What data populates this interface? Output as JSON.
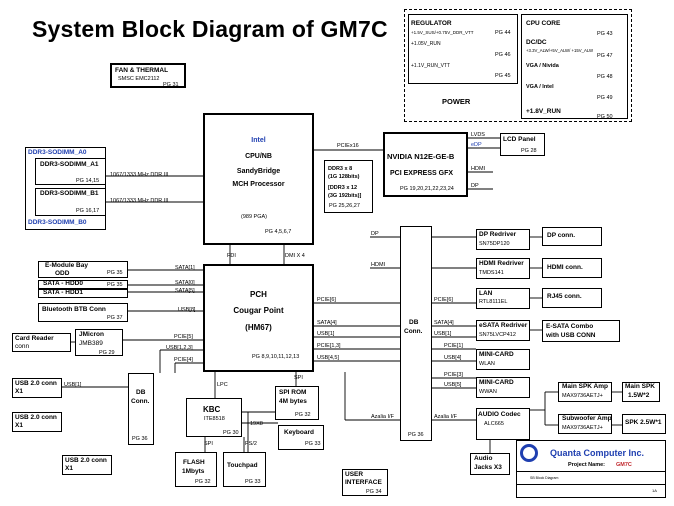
{
  "title": "System Block Diagram of GM7C",
  "power": {
    "heading": "POWER",
    "left": [
      {
        "name": "REGULATOR",
        "sub": "+1.5V_SUS/+0.75V_DDR_VTT",
        "page": "PG 44"
      },
      {
        "name": "+1.05V_RUN",
        "sub": "",
        "page": "PG 46"
      },
      {
        "name": "+1.1V_RUN_VTT",
        "sub": "",
        "page": "PG 45"
      }
    ],
    "right": [
      {
        "name": "CPU CORE",
        "sub": "",
        "page": "PG 43"
      },
      {
        "name": "DC/DC",
        "sub": "+3.3V_ALW/+5V_ALW/ +15V_ALW",
        "page": "PG 47"
      },
      {
        "name": "VGA / Nivida",
        "sub": "",
        "page": "PG 48"
      },
      {
        "name": "VGA / Intel",
        "sub": "",
        "page": "PG 49"
      },
      {
        "name": "+1.8V_RUN",
        "sub": "",
        "page": "PG 50"
      }
    ]
  },
  "fan": {
    "name": "FAN & THERMAL",
    "sub": "SMSC EMC2112",
    "page": "PG 31"
  },
  "cpu": {
    "brand": "Intel",
    "line1": "CPU/NB",
    "line2": "SandyBridge",
    "line3": "MCH Processor",
    "pkg": "(989 PGA)",
    "page": "PG 4,5,6,7"
  },
  "dimm": {
    "a0": "DDR3-SODIMM_A0",
    "a1": "DDR3-SODIMM_A1",
    "a1_page": "PG 14,15",
    "b1": "DDR3-SODIMM_B1",
    "b1_page": "PG 16,17",
    "b0": "DDR3-SODIMM_B0",
    "bus": "1067/1333 MHz DDR III"
  },
  "ddr3_chips": {
    "l1": "DDR3 x 8",
    "l2": "(1G 128bits)",
    "l3": "[DDR3 x 12",
    "l4": "(3G 192bits)]",
    "page": "PG 25,26,27"
  },
  "gpu": {
    "line1": "NVIDIA N12E-GE-B",
    "line2": "PCI  EXPRESS  GFX",
    "page": "PG 19,20,21,22,23,24",
    "bus": "PCIEx16"
  },
  "lcd": {
    "name": "LCD Panel",
    "page": "PG 28",
    "lvds": "LVDS",
    "edp": "eDP",
    "hdmi": "HDMI",
    "dp": "DP"
  },
  "pch": {
    "line1": "PCH",
    "line2": "Cougar Point",
    "line3": "(HM67)",
    "page": "PG 8,9,10,11,12,13",
    "fdi": "FDI",
    "dmi": "DMI X 4"
  },
  "left_devices": {
    "emodule": {
      "name": "E-Module Bay",
      "sub": "ODD",
      "page": "PG 35",
      "bus": "SATA[1]"
    },
    "hdd0": {
      "name": "SATA - HDD0",
      "page": "PG 35",
      "bus": "SATA[0]"
    },
    "hdd1": {
      "name": "SATA - HDD1",
      "bus": "SATA[5]"
    },
    "bt": {
      "name": "Bluetooth BTB Conn",
      "page": "PG 37",
      "bus": "USB[8]"
    },
    "card": {
      "name": "Card Reader",
      "sub": "conn"
    },
    "jmicron": {
      "name": "JMicron",
      "sub": "JMB389",
      "page": "PG 29",
      "bus": "PCIE[5]"
    },
    "usb_bus1": "USB[1,2,3]",
    "pcie4": "PCIE[4]",
    "usb1": {
      "name": "USB 2.0 conn",
      "sub": "X1",
      "bus": "USB[1]"
    },
    "usb2": {
      "name": "USB 2.0 conn",
      "sub": "X1"
    },
    "usb3": {
      "name": "USB 2.0 conn",
      "sub": "X1"
    },
    "db_left": {
      "line1": "DB",
      "line2": "Conn.",
      "page": "PG 36"
    }
  },
  "lower": {
    "lpc": "LPC",
    "spi": "SPI",
    "kbc": {
      "name": "KBC",
      "sub": "ITE8518",
      "page": "PG 30"
    },
    "spirom": {
      "line1": "SPI ROM",
      "line2": "4M bytes",
      "page": "PG 32"
    },
    "keyboard": {
      "name": "Keyboard",
      "page": "PG 33"
    },
    "bus19": "19X8",
    "flash": {
      "line1": "FLASH",
      "line2": "1Mbyts",
      "page": "PG 32"
    },
    "touchpad": {
      "name": "Touchpad",
      "page": "PG 33"
    },
    "spi2": "SPI",
    "ps2": "PS/2",
    "user": {
      "line1": "USER",
      "line2": "INTERFACE",
      "page": "PG 34"
    }
  },
  "db_conn": {
    "line1": "DB",
    "line2": "Conn.",
    "page": "PG 36"
  },
  "pch_right_buses": [
    "PCIE[6]",
    "SATA[4]",
    "USB[1]",
    "PCIE[1,3]",
    "USB[4,5]"
  ],
  "db_right_buses": [
    "DP",
    "HDMI",
    "PCIE[6]",
    "SATA[4]",
    "USB[1]",
    "PCIE[1]",
    "USB[4]",
    "PCIE[3]",
    "USB[5]"
  ],
  "right_devices": {
    "dp_redriver": {
      "name": "DP Redriver",
      "sub": "SN75DP120"
    },
    "dp_conn": "DP conn.",
    "hdmi_redriver": {
      "name": "HDMI Redriver",
      "sub": "TMDS141"
    },
    "hdmi_conn": "HDMI conn.",
    "lan": {
      "name": "LAN",
      "sub": "RTL8111EL"
    },
    "rj45": "RJ45 conn.",
    "esata": {
      "name": "eSATA Redriver",
      "sub": "SN75LVCP412"
    },
    "esata_combo": {
      "l1": "E-SATA Combo",
      "l2": "with USB CONN"
    },
    "wlan": {
      "name": "MINI-CARD",
      "sub": "WLAN"
    },
    "wwan": {
      "name": "MINI-CARD",
      "sub": "WWAN"
    },
    "audio": {
      "name": "AUDIO Codec",
      "sub": "ALC665"
    },
    "azalia1": "Azalia I/F",
    "azalia2": "Azalia I/F",
    "jacks": {
      "l1": "Audio",
      "l2": "Jacks X3"
    },
    "main_amp": {
      "name": "Main SPK Amp",
      "sub": "MAX9736AETJ+"
    },
    "main_spk": {
      "name": "Main SPK",
      "sub": "1.5W*2"
    },
    "sub_amp": {
      "name": "Subwoofer Amp",
      "sub": "MAX9736AETJ+"
    },
    "spk": "SPK 2.5W*1"
  },
  "titleblock": {
    "company": "Quanta Computer Inc.",
    "project_label": "Project Name:",
    "project": "GM7C",
    "doc": "SB Block Diagram",
    "revision": "1A"
  }
}
